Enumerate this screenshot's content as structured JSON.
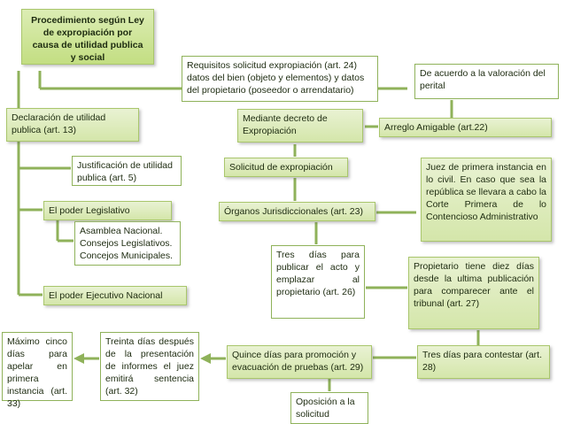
{
  "nodes": {
    "title": "Procedimiento según Ley de expropiación por causa de utilidad publica y social",
    "requisitos": "Requisitos solicitud expropiación (art. 24) datos del bien (objeto y elementos) y datos del propietario (poseedor o arrendatario)",
    "valoracion": "De acuerdo a la valoración del perital",
    "declaracion": "Declaración de utilidad publica (art. 13)",
    "decreto": "Mediante decreto de Expropiación",
    "arreglo": "Arreglo Amigable (art.22)",
    "justificacion": "Justificación de utilidad publica (art. 5)",
    "solicitud": "Solicitud de expropiación",
    "juez": "Juez de primera instancia en lo civil. En caso que sea la república se llevara a cabo la Corte Primera de lo Contencioso Administrativo",
    "legislativo": "El poder Legislativo",
    "organos": "Órganos Jurisdiccionales (art. 23)",
    "asambleas": "Asamblea Nacional.\nConsejos Legislativos.\nConcejos Municipales.",
    "tres_dias": "Tres días para publicar el acto y emplazar al propietario (art. 26)",
    "diez_dias": "Propietario tiene diez días desde la ultima publicación para comparecer ante el tribunal (art. 27)",
    "ejecutivo": "El poder Ejecutivo Nacional",
    "maximo": "Máximo cinco días para apelar en primera instancia (art. 33)",
    "treinta": "Treinta días después de la presentación de informes el juez emitirá sentencia (art. 32)",
    "quince": "Quince días para promoción y evacuación de pruebas (art. 29)",
    "contestar": "Tres días para contestar (art. 28)",
    "oposicion": "Oposición a la solicitud"
  },
  "colors": {
    "line": "#8fb25a",
    "fill_top": "#e9f2d3",
    "fill_bottom": "#d4e6aa",
    "border": "#a9c66c",
    "text": "#1d2b10"
  },
  "icons": {
    "arrow": "arrow-left-icon"
  }
}
